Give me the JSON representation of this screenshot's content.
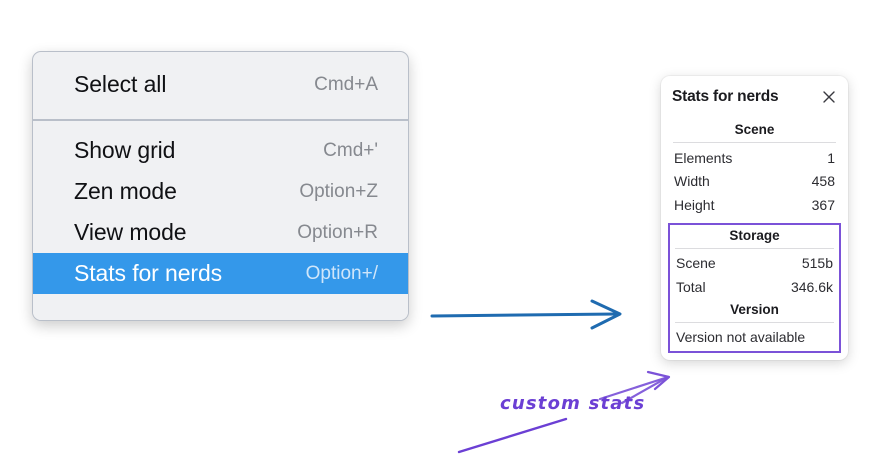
{
  "menu": {
    "groups": [
      {
        "items": [
          {
            "label": "Select all",
            "shortcut": "Cmd+A",
            "selected": false
          }
        ]
      },
      {
        "items": [
          {
            "label": "Show grid",
            "shortcut": "Cmd+'",
            "selected": false
          },
          {
            "label": "Zen mode",
            "shortcut": "Option+Z",
            "selected": false
          },
          {
            "label": "View mode",
            "shortcut": "Option+R",
            "selected": false
          },
          {
            "label": "Stats for nerds",
            "shortcut": "Option+/",
            "selected": true
          }
        ]
      }
    ]
  },
  "stats_panel": {
    "title": "Stats for nerds",
    "close_icon": "close-icon",
    "scene": {
      "header": "Scene",
      "rows": [
        {
          "label": "Elements",
          "value": "1"
        },
        {
          "label": "Width",
          "value": "458"
        },
        {
          "label": "Height",
          "value": "367"
        }
      ]
    },
    "storage": {
      "header": "Storage",
      "rows": [
        {
          "label": "Scene",
          "value": "515b"
        },
        {
          "label": "Total",
          "value": "346.6k"
        }
      ]
    },
    "version": {
      "header": "Version",
      "note": "Version not available"
    }
  },
  "annotations": {
    "custom_stats_label": "custom stats",
    "blue_arrow": "arrow-right-icon",
    "purple_arrow": "arrow-pointer-icon",
    "purple_underline": "underline-stroke"
  },
  "colors": {
    "menu_background": "#f0f1f3",
    "menu_border": "#b9bfc9",
    "menu_highlight": "#3498ea",
    "menu_label": "#101114",
    "menu_shortcut": "#86898f",
    "panel_background": "#ffffff",
    "panel_text": "#2c2c31",
    "annotation_purple": "#6b3fd4",
    "highlight_box_purple": "#7b52d8",
    "annotation_blue": "#1f6bb0"
  }
}
